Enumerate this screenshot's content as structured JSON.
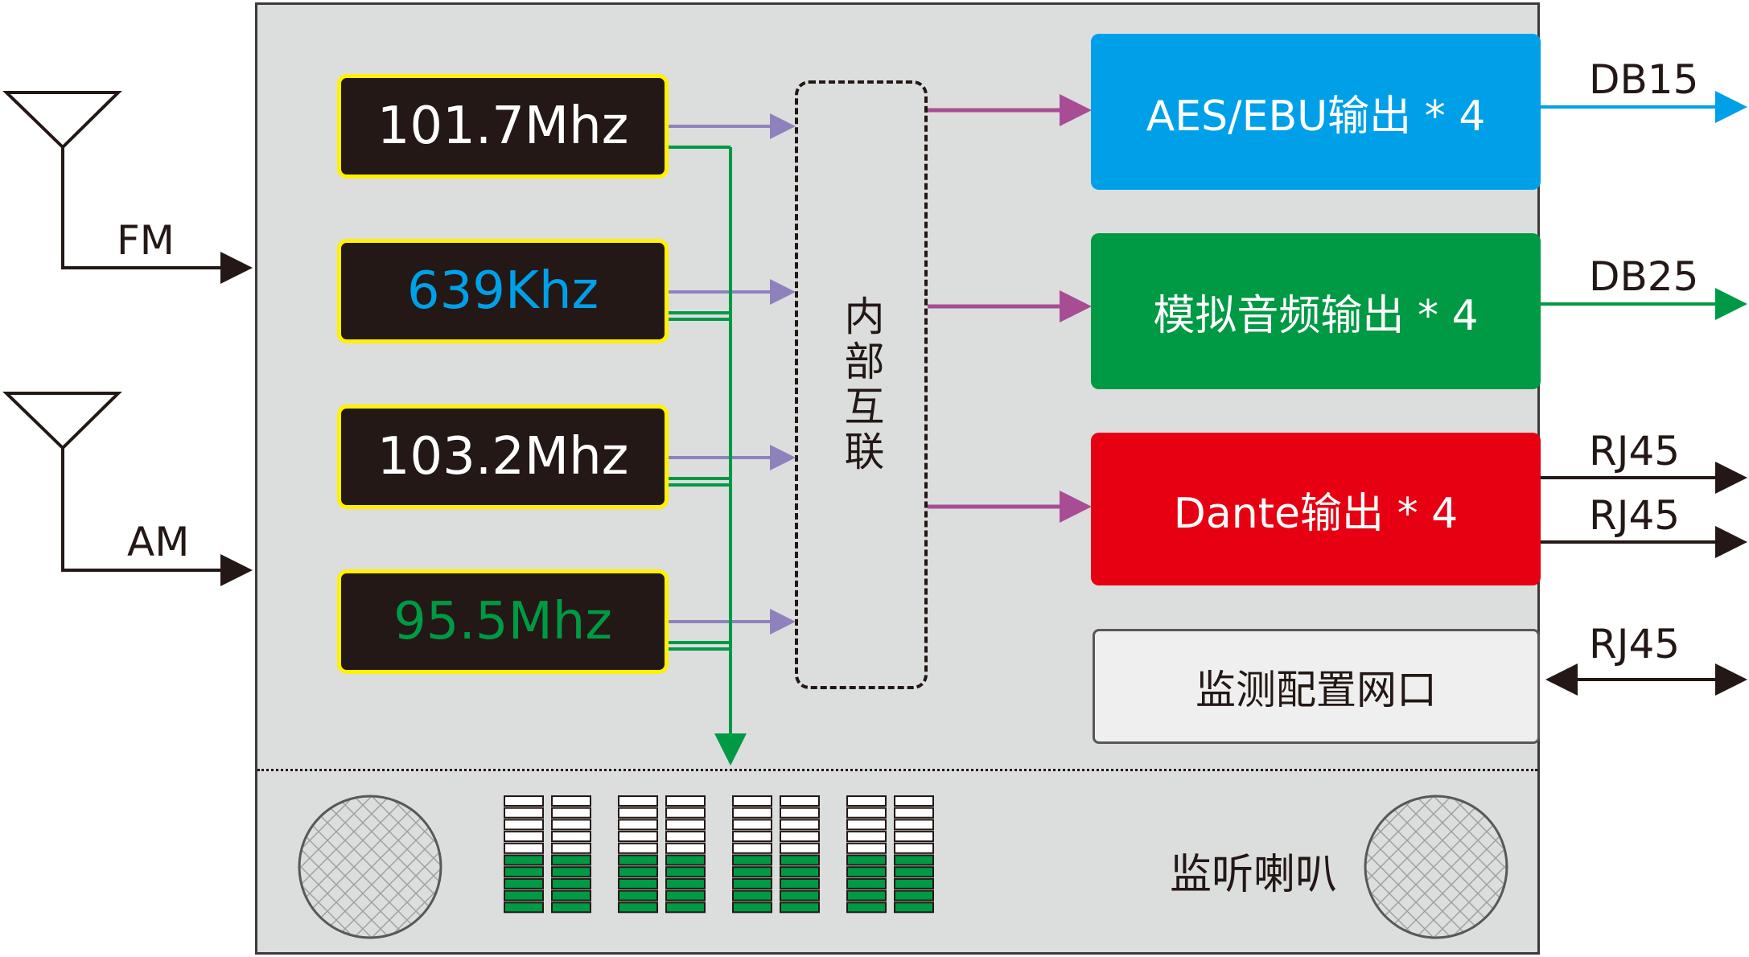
{
  "antennas": [
    {
      "label": "FM"
    },
    {
      "label": "AM"
    }
  ],
  "tuners": [
    {
      "freq": "101.7Mhz",
      "color": "#ffffff"
    },
    {
      "freq": "639Khz",
      "color": "#00a0e9"
    },
    {
      "freq": "103.2Mhz",
      "color": "#ffffff"
    },
    {
      "freq": "95.5Mhz",
      "color": "#009944"
    }
  ],
  "interconnect": {
    "label": "内部互联"
  },
  "outputs": [
    {
      "label": "AES/EBU输出 * 4",
      "color": "#00a0e9",
      "port": "DB15"
    },
    {
      "label": "模拟音频输出 * 4",
      "color": "#009944",
      "port": "DB25"
    },
    {
      "label": "Dante输出 * 4",
      "color": "#e60012",
      "port": "RJ45",
      "port2": "RJ45"
    }
  ],
  "monitor_port": {
    "label": "监测配置网口",
    "port": "RJ45"
  },
  "monitor_speaker": {
    "label": "监听喇叭"
  },
  "level_meters": {
    "segments": 10,
    "lit": [
      5,
      5,
      5,
      5,
      5,
      5,
      5,
      5
    ]
  },
  "colors": {
    "tuner_link": "#8f82bc",
    "monitor_bus": "#009944",
    "output_link": "#a84d94",
    "meter_on": "#009944",
    "meter_off": "#ffffff"
  }
}
